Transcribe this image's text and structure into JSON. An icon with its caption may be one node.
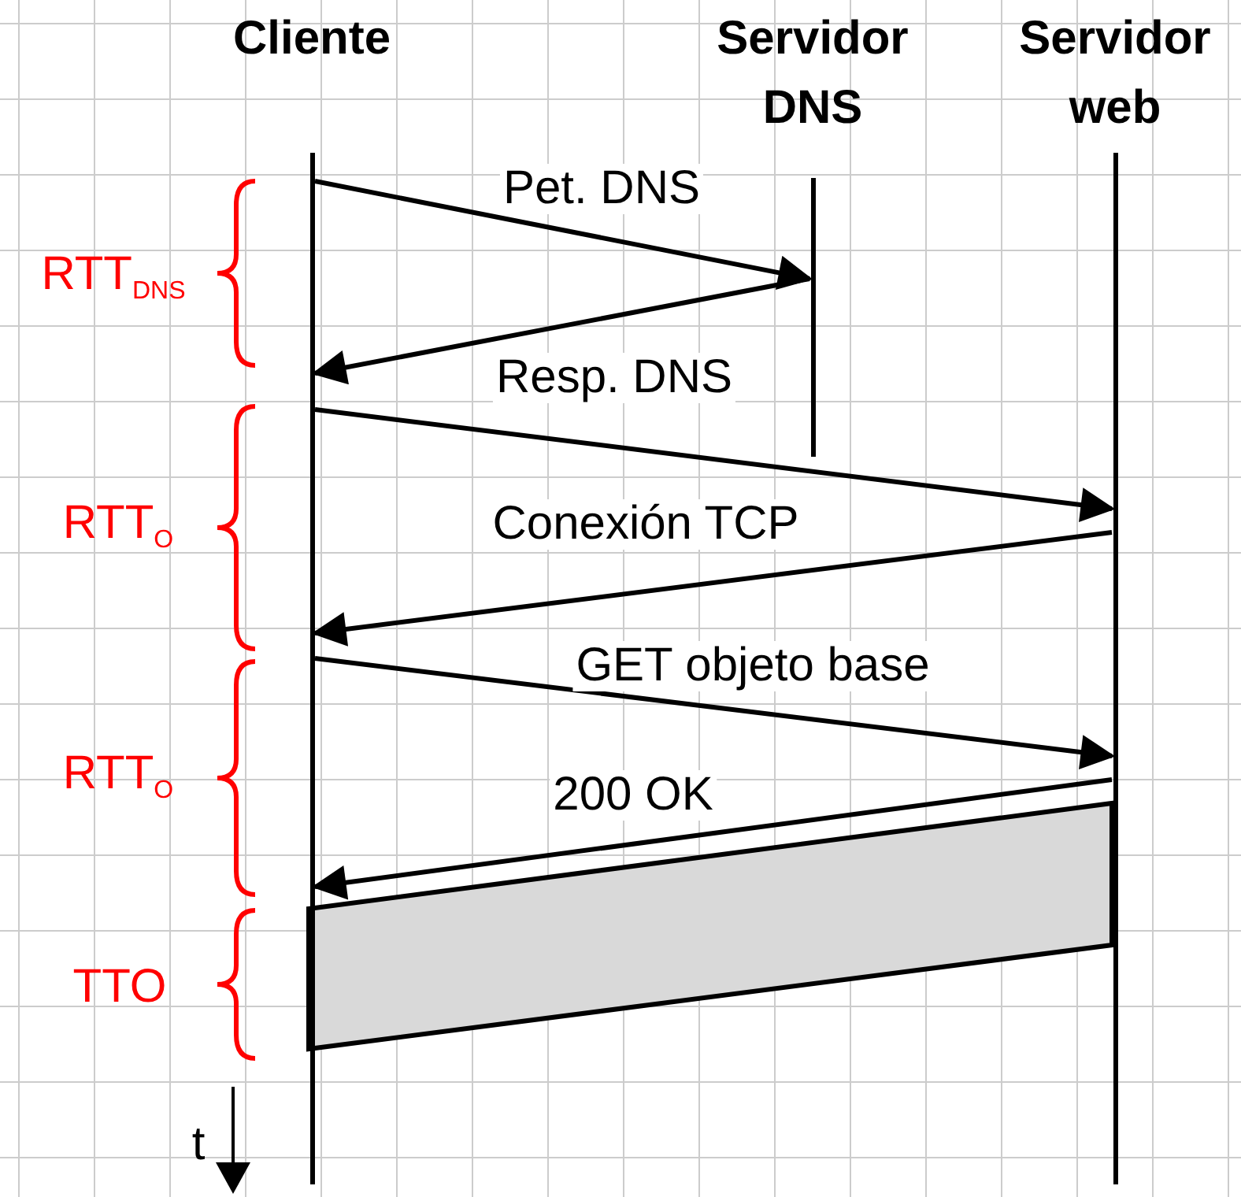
{
  "diagram": {
    "nodes": [
      {
        "text": [
          "Cliente"
        ]
      },
      {
        "text": [
          "Servidor DNS"
        ]
      },
      {
        "text": [
          "Servidor web"
        ]
      }
    ],
    "edges": [
      {
        "from": 0,
        "to": 1,
        "arrow": "to",
        "label": "Pet. DNS"
      },
      {
        "from": 1,
        "to": 0,
        "arrow": "to",
        "label": "Resp. DNS"
      },
      {
        "from": 0,
        "to": 2,
        "arrow": "to",
        "label": "Conexión TCP"
      },
      {
        "from": 2,
        "to": 0,
        "arrow": "to"
      },
      {
        "from": 0,
        "to": 2,
        "arrow": "to",
        "label": "GET objeto base"
      },
      {
        "from": 2,
        "to": 0,
        "arrow": "to",
        "label": "200 OK"
      }
    ],
    "labels": [
      "RTT$_{DNS}$",
      "RTT$_{O}$",
      "RTT$_{O}$",
      "TTO",
      "t"
    ]
  }
}
